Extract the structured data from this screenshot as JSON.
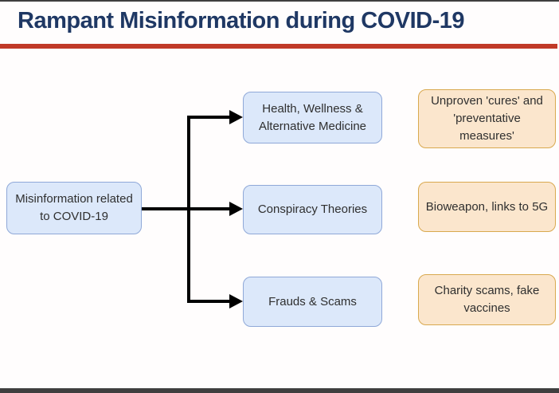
{
  "title": "Rampant Misinformation during COVID-19",
  "colors": {
    "title_text": "#1f3864",
    "title_rule": "#c13a28",
    "blue_node_fill": "#dce8fa",
    "blue_node_border": "#8fa8d8",
    "orange_node_fill": "#fbe6cd",
    "orange_node_border": "#d9a94f",
    "connector": "#000000",
    "edge_bars": "#3f3f3f"
  },
  "diagram": {
    "root": {
      "label": "Misinformation related to COVID-19"
    },
    "categories": [
      {
        "label": "Health, Wellness & Alternative Medicine",
        "example": "Unproven 'cures' and 'preventative measures'"
      },
      {
        "label": "Conspiracy Theories",
        "example": "Bioweapon, links to 5G"
      },
      {
        "label": "Frauds & Scams",
        "example": "Charity scams, fake vaccines"
      }
    ]
  }
}
